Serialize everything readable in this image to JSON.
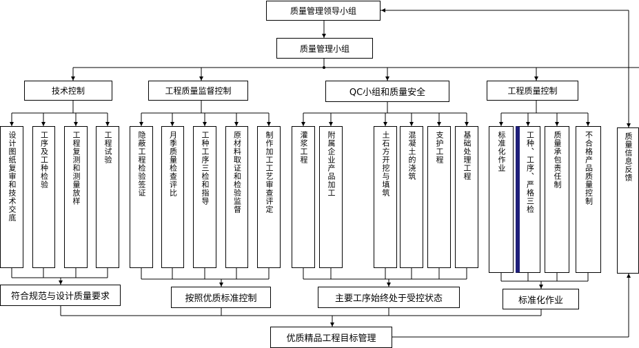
{
  "top_group": "质量管理领导小组",
  "qm_group": "质量管理小组",
  "branches": [
    {
      "label": "技术控制",
      "items": [
        "设计图纸复审和技术交底",
        "工序及工种检验",
        "工程复测和测量放样",
        "工程试验"
      ]
    },
    {
      "label": "工程质量监督控制",
      "items": [
        "隐蔽工程检验签证",
        "月季质量检查评比",
        "工种工序三检和指导",
        "原材料取证和检验监督",
        "制作加工工艺审查评定"
      ]
    },
    {
      "label": "QC小组和质量安全",
      "items": [
        "灌浆工程",
        "附属企业产品加工",
        "土石方开挖与填筑",
        "混凝土的浇筑",
        "支护工程",
        "基础处理工程"
      ]
    },
    {
      "label": "工程质量控制",
      "items": [
        "标准化作业",
        "工种、工序、严格三检",
        "质量承包责任制",
        "不合格产品质量控制"
      ]
    }
  ],
  "feedback": "质量信息反馈",
  "results": [
    "符合规范与设计质量要求",
    "按照优质标准控制",
    "主要工序始终处于受控状态",
    "标准化作业"
  ],
  "goal": "优质精品工程目标管理",
  "colors": {
    "line": "#000000",
    "highlight": "#1f1f7a"
  }
}
